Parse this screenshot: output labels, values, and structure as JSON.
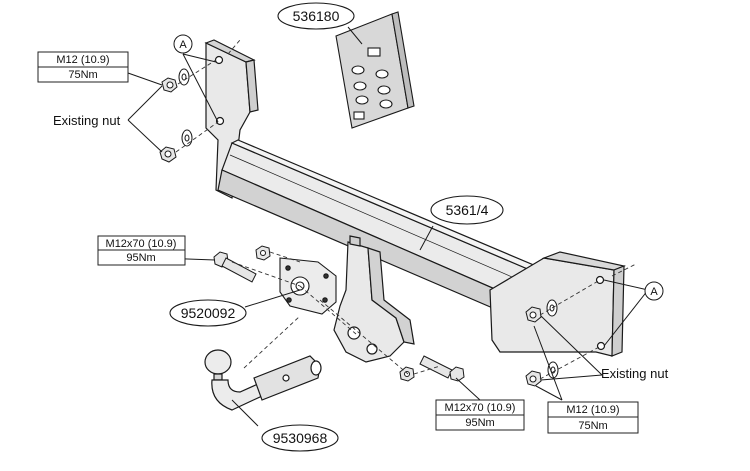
{
  "diagram": {
    "part_labels": {
      "kit_536180": "536180",
      "bar_5361_4": "5361/4",
      "socket_plate_9520092": "9520092",
      "ball_9530968": "9530968"
    },
    "specs": {
      "top_left": {
        "line1": "M12 (10.9)",
        "line2": "75Nm"
      },
      "mid_left": {
        "line1": "M12x70 (10.9)",
        "line2": "95Nm"
      },
      "bottom_center": {
        "line1": "M12x70 (10.9)",
        "line2": "95Nm"
      },
      "bottom_right": {
        "line1": "M12 (10.9)",
        "line2": "75Nm"
      }
    },
    "existing_nut_left": "Existing nut",
    "existing_nut_right": "Existing nut",
    "ref_marker_left": "A",
    "ref_marker_right": "A"
  },
  "colors": {
    "line": "#1a1a1a",
    "metal_fill": "#e9e9e9",
    "metal_shade": "#cfcfcf",
    "label_border": "#222222"
  }
}
